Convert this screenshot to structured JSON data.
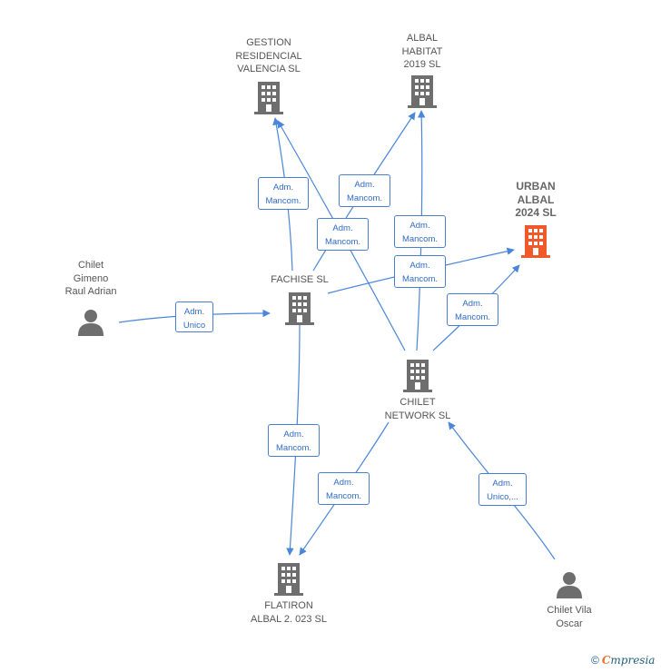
{
  "colors": {
    "edge": "#4a86d9",
    "company": "#6e6e6e",
    "highlight": "#f05a2a",
    "person": "#6e6e6e"
  },
  "nodes": {
    "gestion": {
      "label": "GESTION\nRESIDENCIAL\nVALENCIA  SL",
      "icon": "building-icon"
    },
    "albal_habitat": {
      "label": "ALBAL\nHABITAT\n2019  SL",
      "icon": "building-icon"
    },
    "urban_albal": {
      "label": "URBAN\nALBAL\n2024  SL",
      "icon": "building-icon"
    },
    "fachise": {
      "label": "FACHISE  SL",
      "icon": "building-icon"
    },
    "chilet_gimeno": {
      "label": "Chilet\nGimeno\nRaul Adrian",
      "icon": "person-icon"
    },
    "chilet_network": {
      "label": "CHILET\nNETWORK SL",
      "icon": "building-icon"
    },
    "flatiron": {
      "label": "FLATIRON\nALBAL 2. 023  SL",
      "icon": "building-icon"
    },
    "chilet_vila": {
      "label": "Chilet Vila\nOscar",
      "icon": "person-icon"
    }
  },
  "edge_labels": {
    "fachise_gestion": "Adm.\nMancom.",
    "fachise_albal": "Adm.\nMancom.",
    "network_gestion": "Adm.\nMancom.",
    "network_albal": "Adm.\nMancom.",
    "fachise_urban": "Adm.\nMancom.",
    "network_urban": "Adm.\nMancom.",
    "gimeno_fachise": "Adm.\nUnico",
    "fachise_flatiron": "Adm.\nMancom.",
    "network_flatiron": "Adm.\nMancom.",
    "vila_network": "Adm.\nUnico,..."
  },
  "footer": {
    "copyright": "©",
    "brand_first": "C",
    "brand_rest": "mpresia"
  }
}
